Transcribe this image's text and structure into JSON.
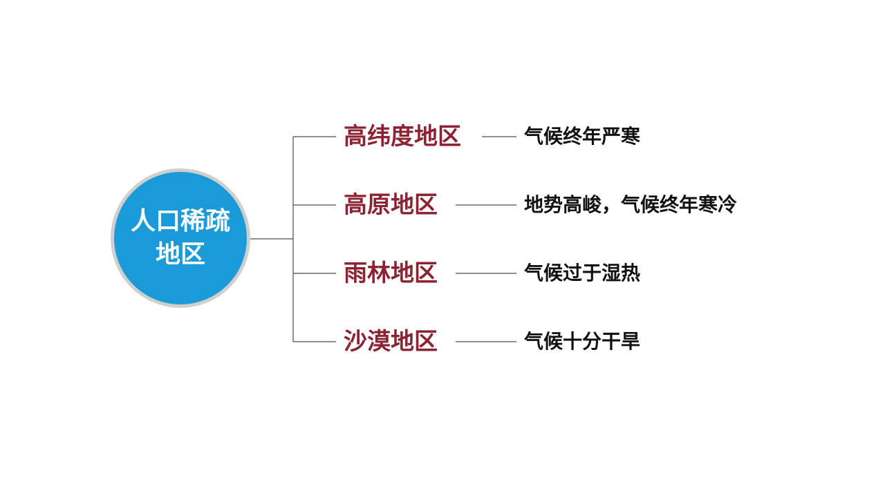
{
  "root": {
    "line1": "人口稀疏",
    "line2": "地区"
  },
  "branches": [
    {
      "label": "高纬度地区",
      "desc": "气候终年严寒"
    },
    {
      "label": "高原地区",
      "desc": "地势高峻，气候终年寒冷"
    },
    {
      "label": "雨林地区",
      "desc": "气候过于湿热"
    },
    {
      "label": "沙漠地区",
      "desc": "气候十分干旱"
    }
  ],
  "colors": {
    "circle": "#1a9bd7",
    "circle_border": "#cfcfcf",
    "branch_text": "#8b2332",
    "desc_text": "#111111",
    "connector": "#3d4f61"
  }
}
